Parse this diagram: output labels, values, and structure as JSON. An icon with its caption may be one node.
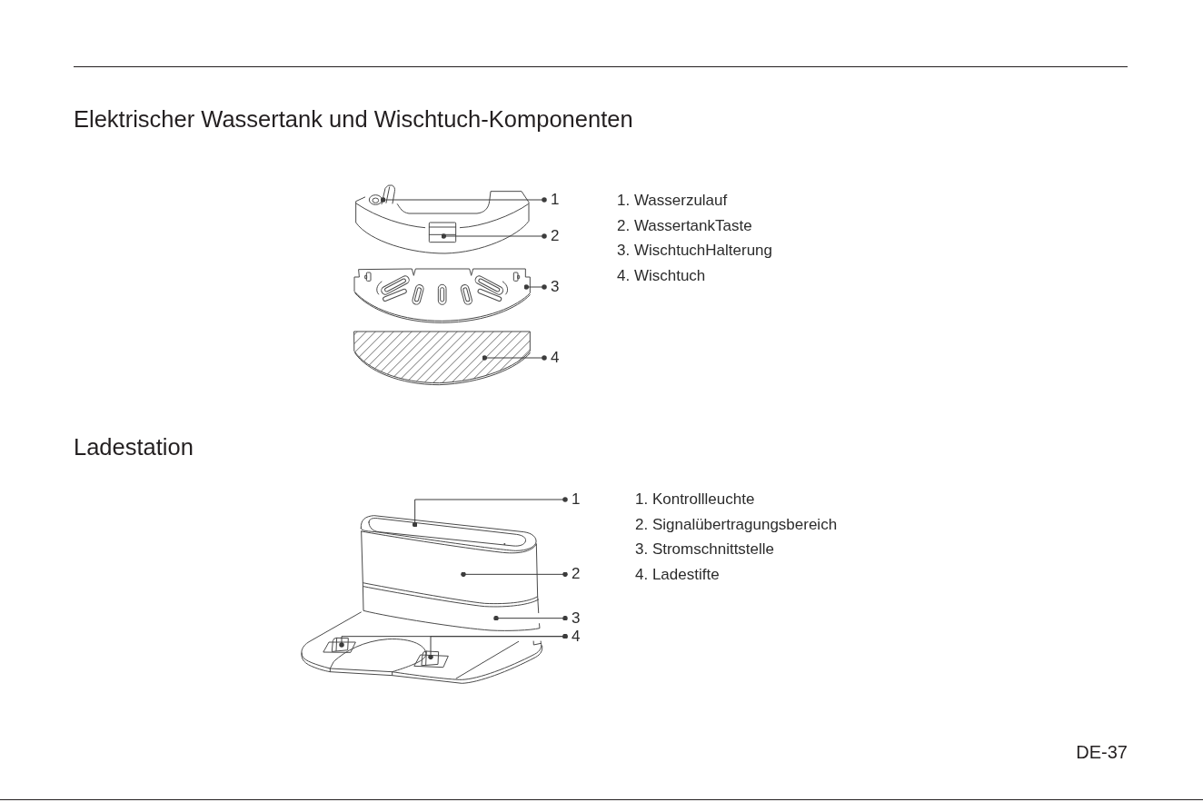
{
  "diagram": {
    "nodes": [
      {
        "text": [],
        "shape": "picture"
      },
      {
        "text": [],
        "shape": "picture"
      },
      {
        "text": [
          "1"
        ]
      },
      {
        "text": [],
        "shape": "picture",
        "in": 0
      },
      {
        "text": [
          "2"
        ]
      },
      {
        "text": [],
        "shape": "picture"
      },
      {
        "text": [
          "3"
        ]
      },
      {
        "text": [],
        "shape": "picture"
      },
      {
        "text": [
          "4"
        ]
      },
      {
        "text": [],
        "shape": "picture"
      },
      {
        "text": [
          "1"
        ]
      },
      {
        "text": [],
        "shape": "picture"
      },
      {
        "text": [
          "2"
        ]
      },
      {
        "text": [],
        "shape": "picture"
      },
      {
        "text": [
          "3"
        ]
      },
      {
        "text": [],
        "shape": "picture"
      },
      {
        "text": [
          "4"
        ]
      },
      {
        "text": [],
        "shape": "picture",
        "in": 15
      },
      {
        "text": [],
        "shape": "picture",
        "in": 15
      }
    ],
    "edges": [
      {
        "from": 2,
        "to": 1,
        "arrow": "other"
      },
      {
        "from": 4,
        "to": 3,
        "arrow": "other"
      },
      {
        "from": 6,
        "to": 5,
        "arrow": "other"
      },
      {
        "from": 8,
        "to": 7,
        "arrow": "other"
      },
      {
        "from": 10,
        "to": 9,
        "arrow": "other"
      },
      {
        "from": 12,
        "to": 11,
        "arrow": "other"
      },
      {
        "from": 14,
        "to": 13,
        "arrow": "other"
      },
      {
        "from": 16,
        "to": 17,
        "arrow": "other"
      },
      {
        "from": 16,
        "to": 18,
        "arrow": "other"
      }
    ],
    "labels": [
      "Elektrischer Wassertank und Wischtuch-Komponenten",
      "1. Wasserzulauf",
      "2. WassertankTaste",
      "3. WischtuchHalterung",
      "4. Wischtuch",
      "Ladestation",
      "1. Kontrollleuchte",
      "2. Signalübertragungsbereich",
      "3. Stromschnittstelle",
      "4. Ladestifte",
      "DE-37"
    ]
  }
}
